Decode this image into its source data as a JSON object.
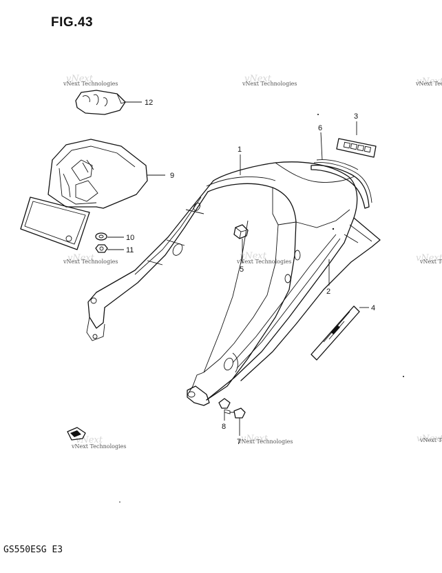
{
  "figure": {
    "title": "FIG.43",
    "model_code": "GS550ESG  E3"
  },
  "watermark": {
    "text": "vNext Technologies"
  },
  "callouts": [
    {
      "id": "1",
      "label": "1"
    },
    {
      "id": "2",
      "label": "2"
    },
    {
      "id": "3",
      "label": "3"
    },
    {
      "id": "4",
      "label": "4"
    },
    {
      "id": "5",
      "label": "5"
    },
    {
      "id": "6",
      "label": "6"
    },
    {
      "id": "7",
      "label": "7"
    },
    {
      "id": "8",
      "label": "8"
    },
    {
      "id": "9",
      "label": "9"
    },
    {
      "id": "10",
      "label": "10"
    },
    {
      "id": "11",
      "label": "11"
    },
    {
      "id": "12",
      "label": "12"
    }
  ]
}
